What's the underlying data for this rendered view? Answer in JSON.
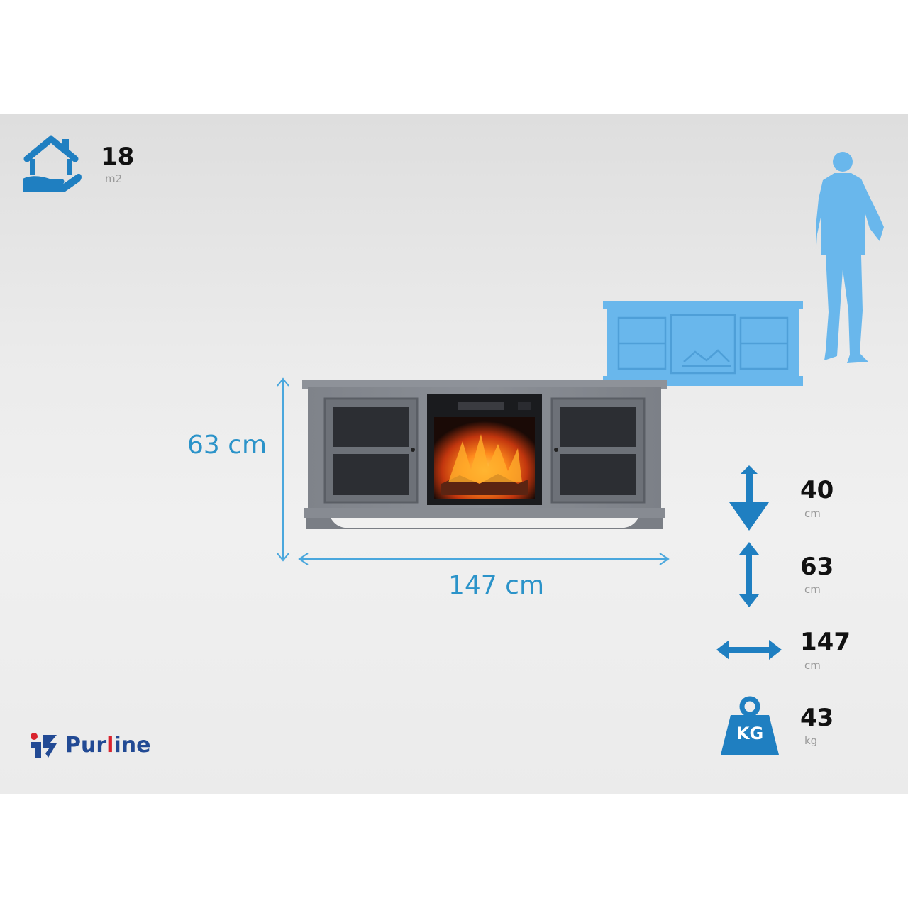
{
  "area": {
    "value": "18",
    "unit": "m2",
    "icon": "house-hand-icon"
  },
  "dimensions": {
    "height_label": "63 cm",
    "width_label": "147 cm"
  },
  "specs": [
    {
      "name": "depth",
      "icon": "arrow-down-icon",
      "value": "40",
      "unit": "cm"
    },
    {
      "name": "height",
      "icon": "arrow-vertical-icon",
      "value": "63",
      "unit": "cm"
    },
    {
      "name": "width",
      "icon": "arrow-horizontal-icon",
      "value": "147",
      "unit": "cm"
    },
    {
      "name": "weight",
      "icon": "kg-weight-icon",
      "value": "43",
      "unit": "kg",
      "icon_text": "KG"
    }
  ],
  "brand": {
    "prefix": "Pur",
    "accent": "l",
    "suffix": "ine"
  },
  "colors": {
    "accent": "#1f7fc1",
    "silhouette": "#69b7ec",
    "dimension": "#2b93c9",
    "brand": "#224a94",
    "brand_red": "#d9232d"
  }
}
